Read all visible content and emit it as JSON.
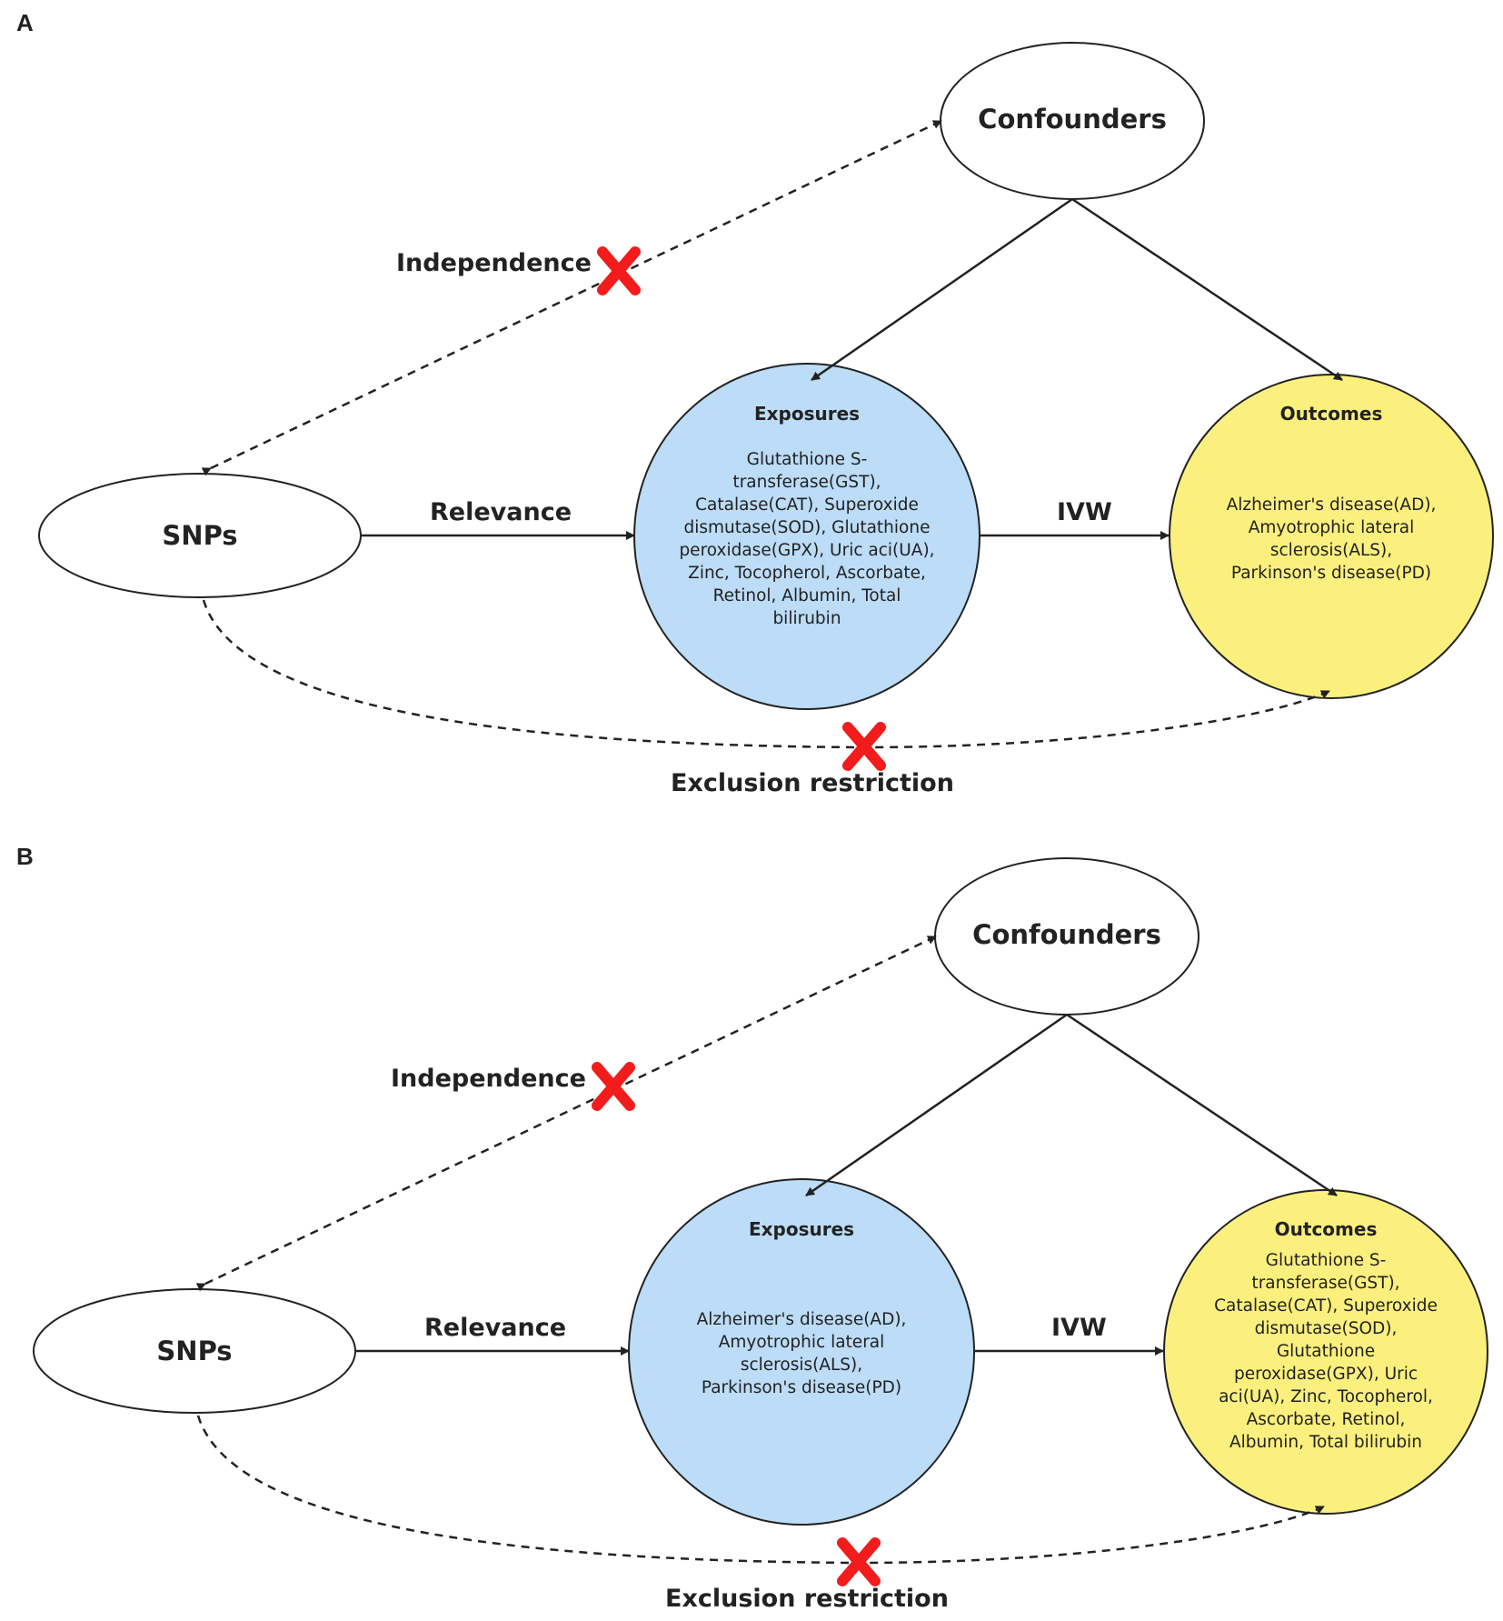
{
  "colors": {
    "exposure_fill": "#bcdcf7",
    "outcome_fill": "#fbf07e",
    "line": "#222222",
    "cross": "#f21c1c"
  },
  "icons": [
    "arrow-head",
    "red-cross-icon"
  ],
  "panels": [
    {
      "letter": "A",
      "confounders": "Confounders",
      "snps": "SNPs",
      "relevance": "Relevance",
      "ivw": "IVW",
      "independence": "Independence",
      "exclusion": "Exclusion restriction",
      "exposures": {
        "title": "Exposures",
        "lines": [
          "Glutathione S-",
          "transferase(GST),",
          "Catalase(CAT), Superoxide",
          "dismutase(SOD), Glutathione",
          "peroxidase(GPX), Uric aci(UA),",
          "Zinc, Tocopherol, Ascorbate,",
          "Retinol, Albumin, Total",
          "bilirubin"
        ]
      },
      "outcomes": {
        "title": "Outcomes",
        "lines": [
          "Alzheimer's disease(AD),",
          "Amyotrophic lateral",
          "sclerosis(ALS),",
          "Parkinson's disease(PD)"
        ]
      }
    },
    {
      "letter": "B",
      "confounders": "Confounders",
      "snps": "SNPs",
      "relevance": "Relevance",
      "ivw": "IVW",
      "independence": "Independence",
      "exclusion": "Exclusion restriction",
      "exposures": {
        "title": "Exposures",
        "lines": [
          "Alzheimer's disease(AD),",
          "Amyotrophic lateral",
          "sclerosis(ALS),",
          "Parkinson's disease(PD)"
        ]
      },
      "outcomes": {
        "title": "Outcomes",
        "lines": [
          "Glutathione S-",
          "transferase(GST),",
          "Catalase(CAT), Superoxide",
          "dismutase(SOD),",
          "Glutathione",
          "peroxidase(GPX), Uric",
          "aci(UA), Zinc, Tocopherol,",
          "Ascorbate, Retinol,",
          "Albumin, Total bilirubin"
        ]
      }
    }
  ]
}
